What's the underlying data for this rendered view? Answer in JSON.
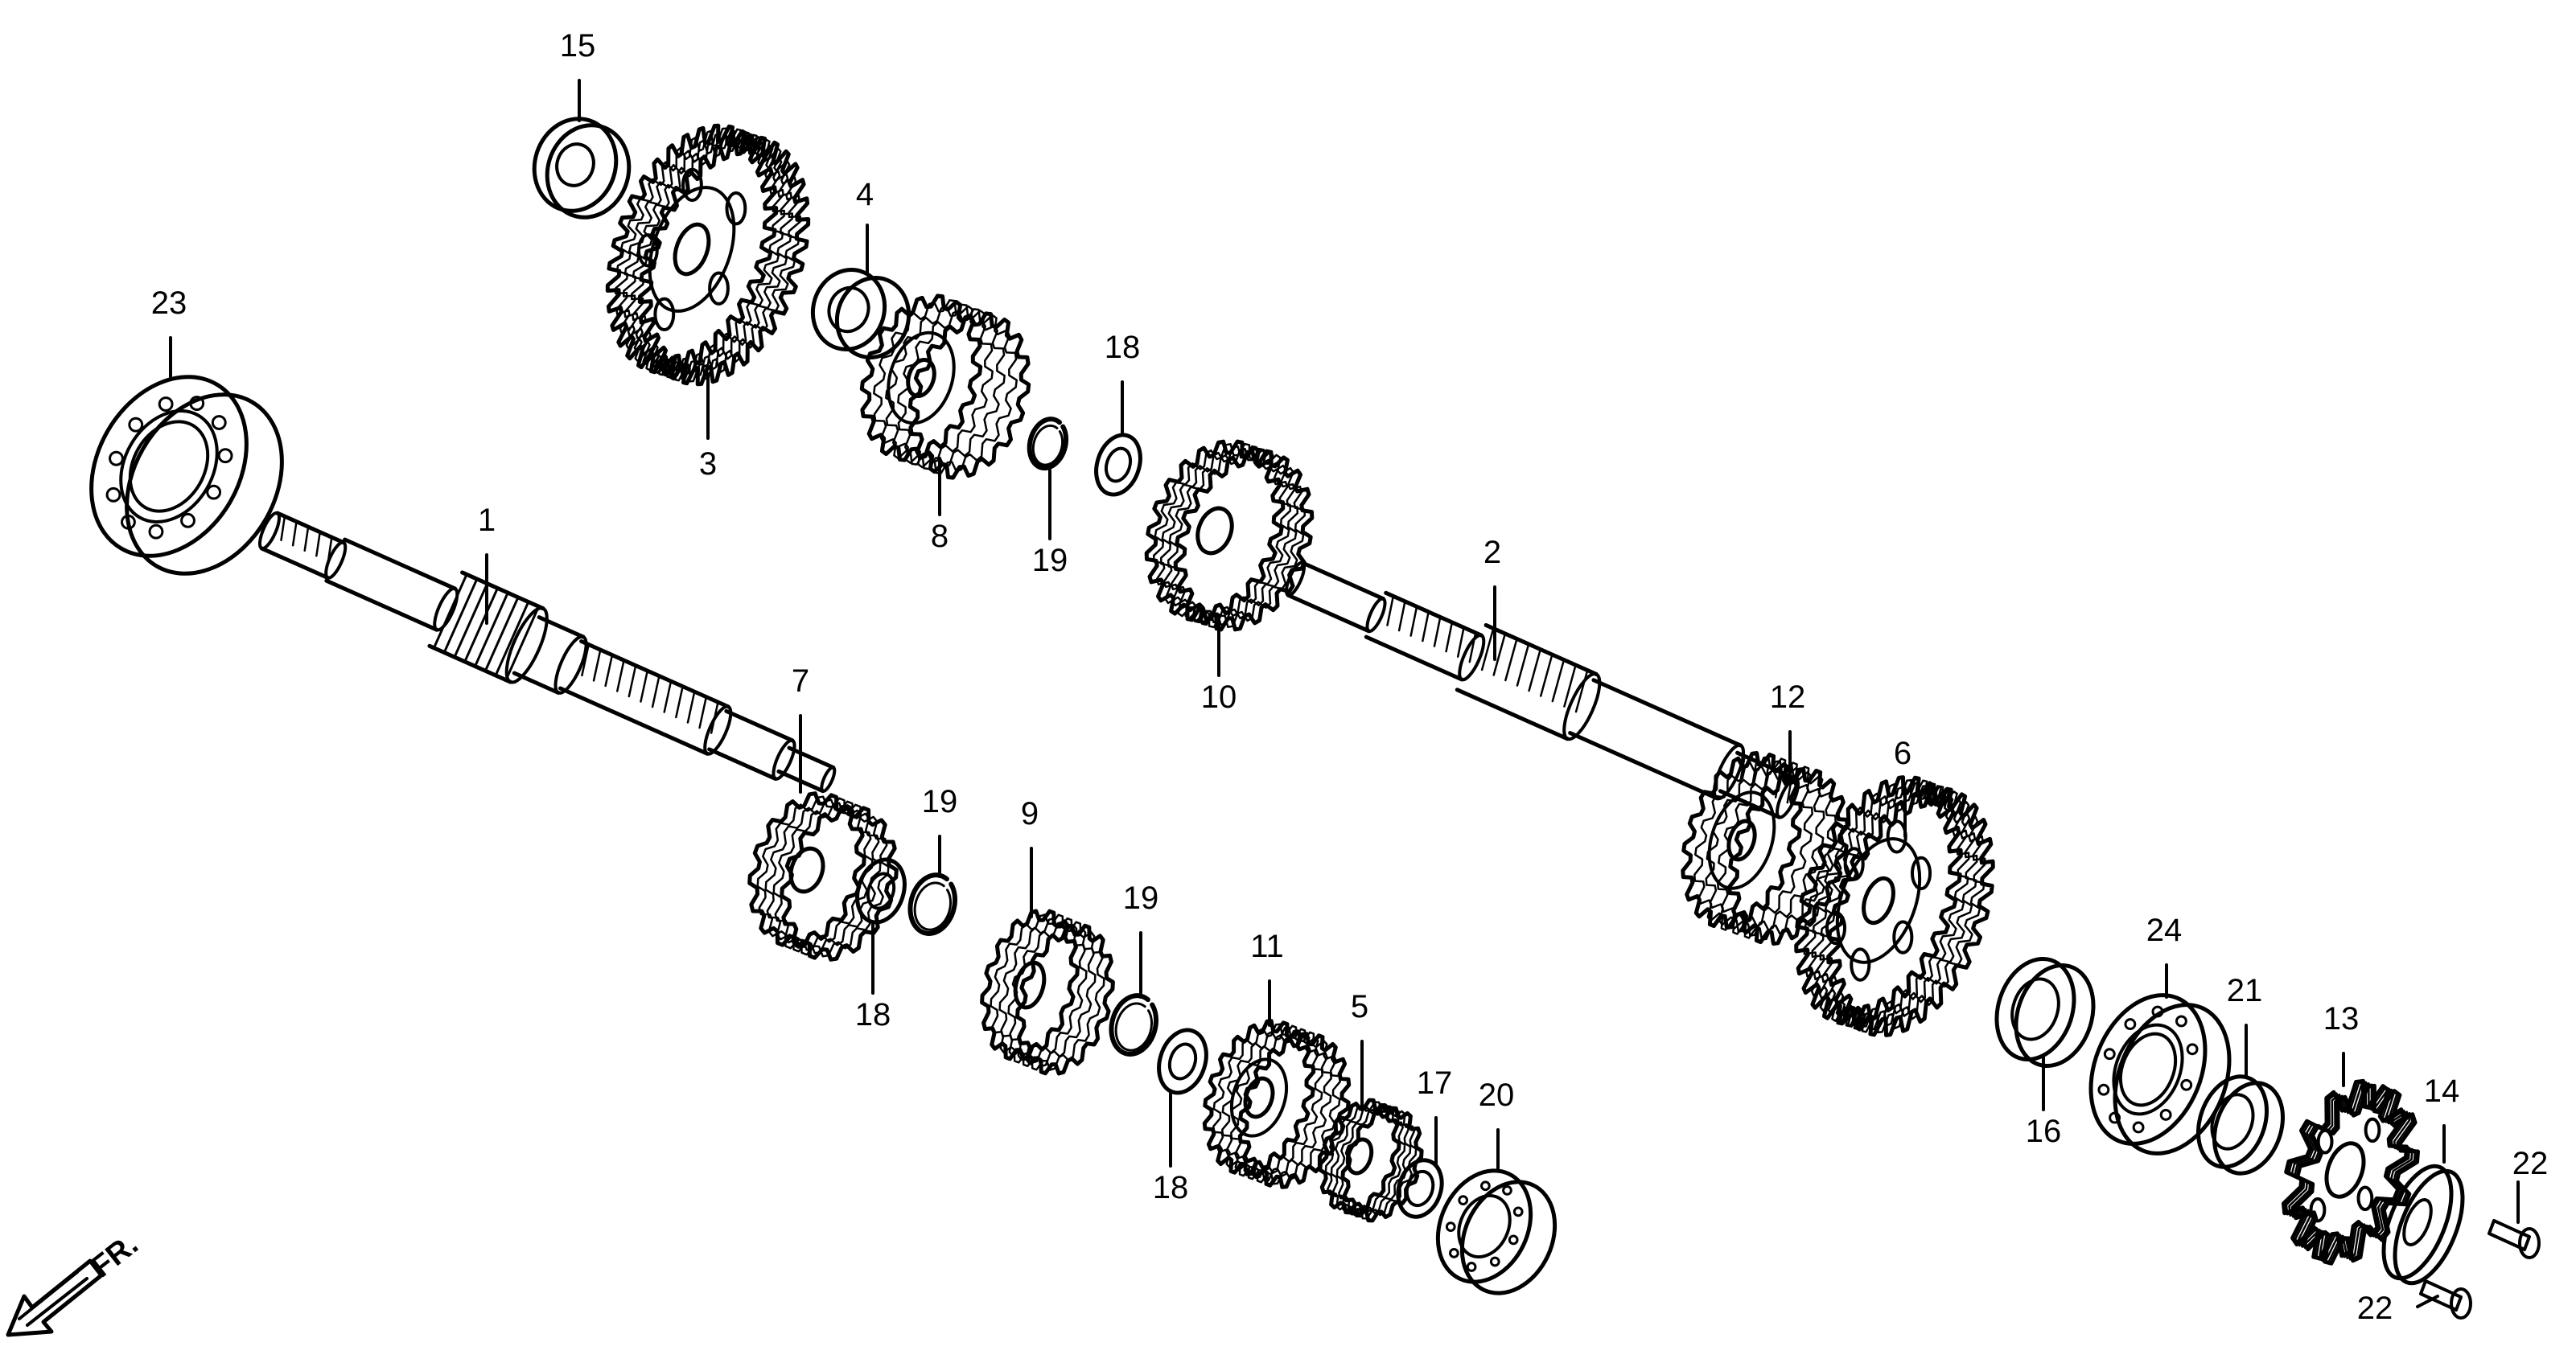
{
  "diagram": {
    "direction_label": "FR.",
    "parts": [
      {
        "key": "p1",
        "label": "1"
      },
      {
        "key": "p2",
        "label": "2"
      },
      {
        "key": "p3",
        "label": "3"
      },
      {
        "key": "p4",
        "label": "4"
      },
      {
        "key": "p5",
        "label": "5"
      },
      {
        "key": "p6",
        "label": "6"
      },
      {
        "key": "p7",
        "label": "7"
      },
      {
        "key": "p8",
        "label": "8"
      },
      {
        "key": "p9",
        "label": "9"
      },
      {
        "key": "p10",
        "label": "10"
      },
      {
        "key": "p11",
        "label": "11"
      },
      {
        "key": "p12",
        "label": "12"
      },
      {
        "key": "p13",
        "label": "13"
      },
      {
        "key": "p14",
        "label": "14"
      },
      {
        "key": "p15",
        "label": "15"
      },
      {
        "key": "p16",
        "label": "16"
      },
      {
        "key": "p17",
        "label": "17"
      },
      {
        "key": "p18a",
        "label": "18"
      },
      {
        "key": "p18b",
        "label": "18"
      },
      {
        "key": "p18c",
        "label": "18"
      },
      {
        "key": "p19a",
        "label": "19"
      },
      {
        "key": "p19b",
        "label": "19"
      },
      {
        "key": "p19c",
        "label": "19"
      },
      {
        "key": "p20",
        "label": "20"
      },
      {
        "key": "p21",
        "label": "21"
      },
      {
        "key": "p22a",
        "label": "22"
      },
      {
        "key": "p22b",
        "label": "22"
      },
      {
        "key": "p23",
        "label": "23"
      },
      {
        "key": "p24",
        "label": "24"
      }
    ]
  }
}
